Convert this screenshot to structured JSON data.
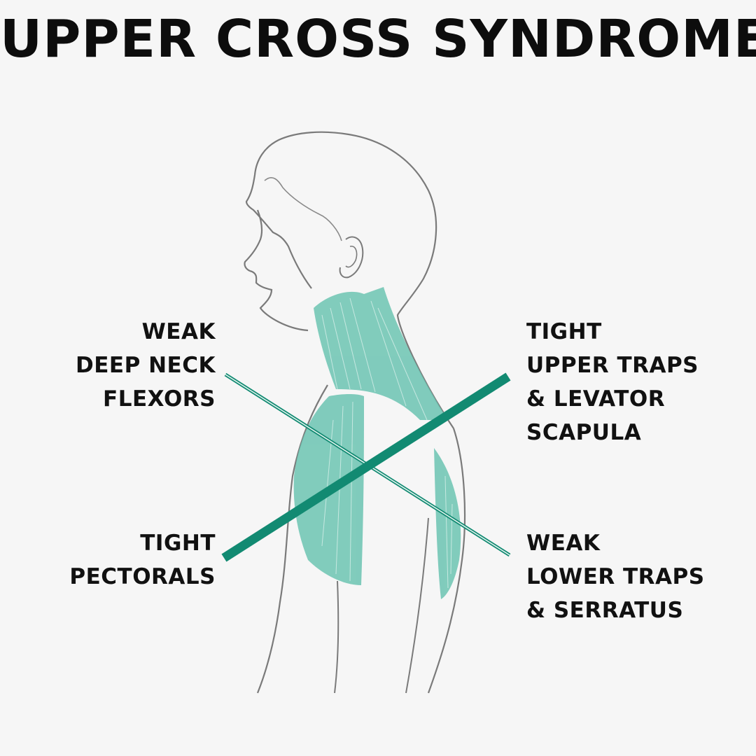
{
  "title": "UPPER CROSS SYNDROME",
  "colors": {
    "background": "#f6f6f6",
    "text": "#111111",
    "muscle": "#6cc4b2",
    "line": "#128a72",
    "outline": "#7a7a7a"
  },
  "labels": {
    "weak_neck": [
      "WEAK",
      "DEEP NECK",
      "FLEXORS"
    ],
    "tight_traps": [
      "TIGHT",
      "UPPER TRAPS",
      "& LEVATOR",
      "SCAPULA"
    ],
    "tight_pectorals": [
      "TIGHT",
      "PECTORALS"
    ],
    "weak_lower": [
      "WEAK",
      "LOWER TRAPS",
      "& SERRATUS"
    ]
  }
}
